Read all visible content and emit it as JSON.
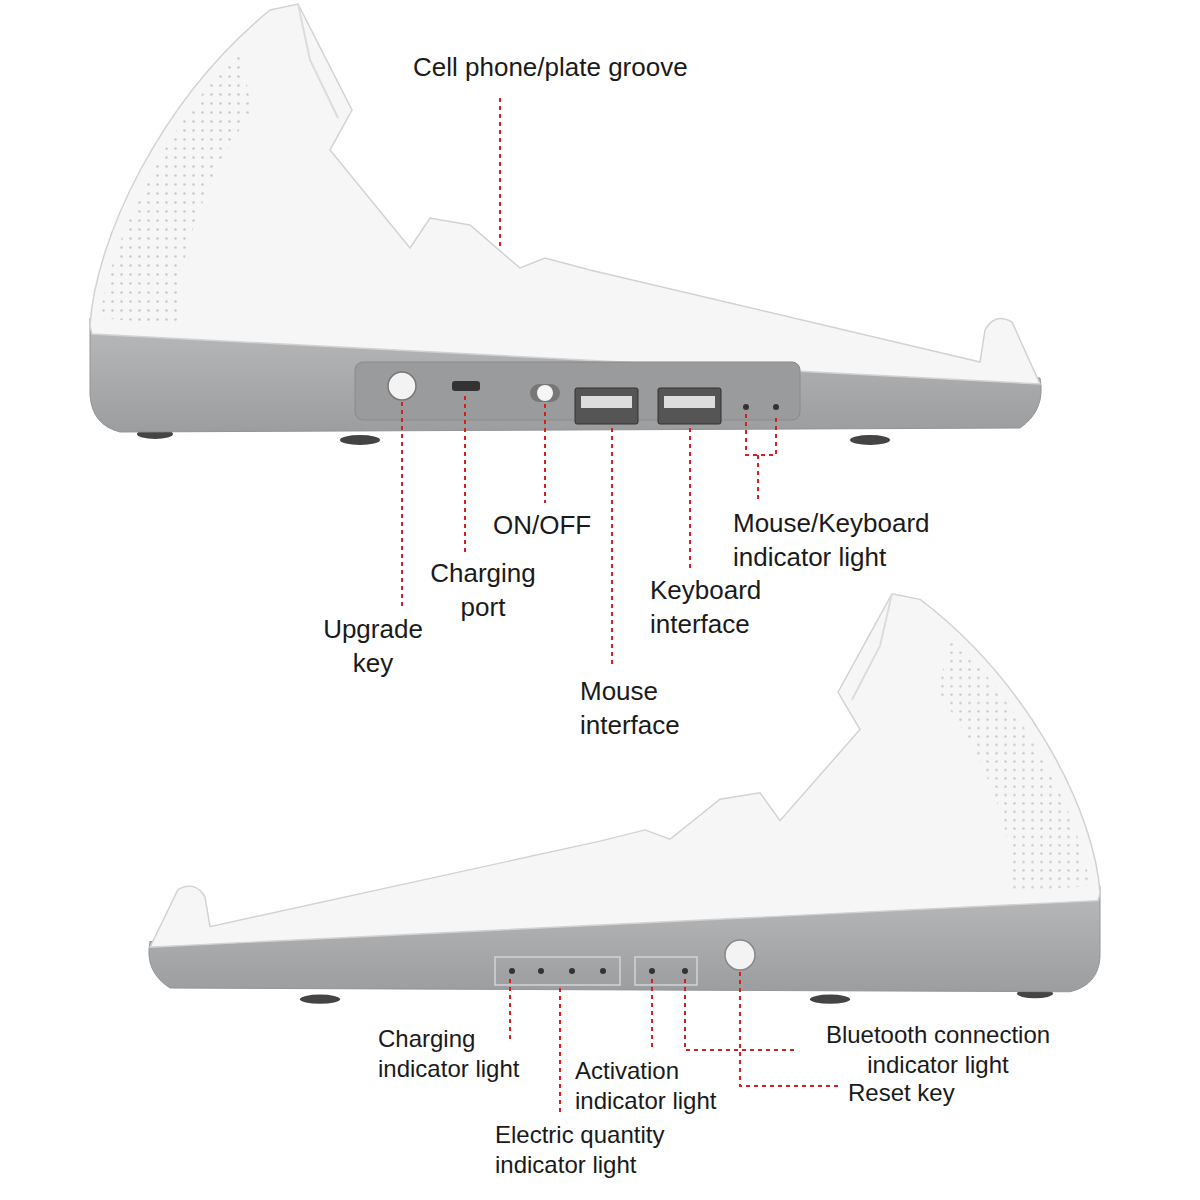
{
  "diagram": {
    "labels": [
      "Cell phone/plate groove",
      "ON/OFF",
      "Mouse/Keyboard indicator light",
      "Charging port",
      "Keyboard interface",
      "Upgrade key",
      "Mouse interface",
      "Charging indicator light",
      "Activation indicator light",
      "Bluetooth connection indicator light",
      "Reset key",
      "Electric quantity indicator light"
    ]
  }
}
